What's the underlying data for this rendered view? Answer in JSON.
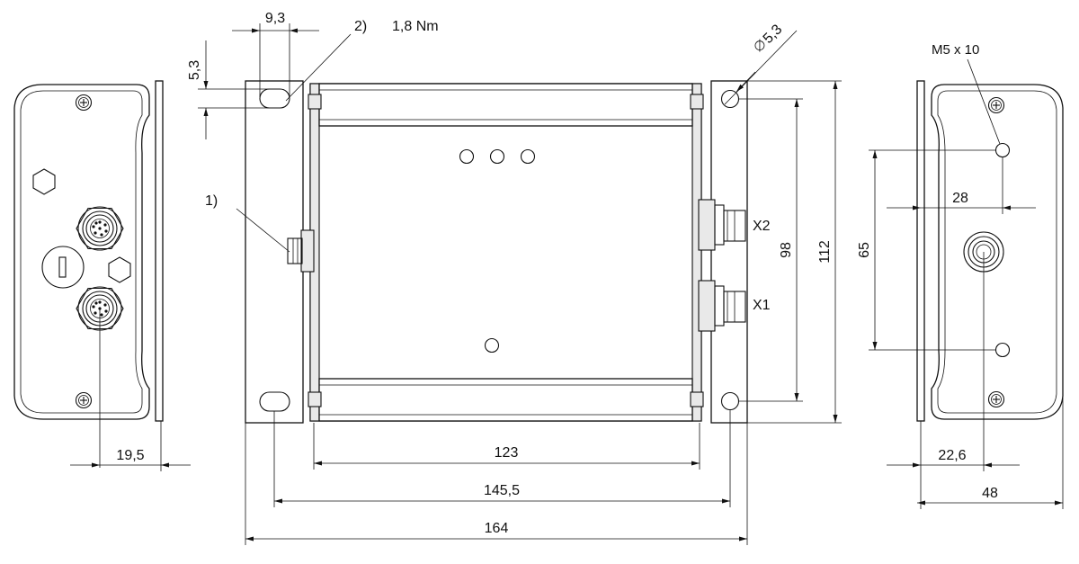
{
  "labels": {
    "note_1": "1)",
    "note_2": "2)",
    "torque": "1,8 Nm",
    "mount_screw": "M5 x 10",
    "connector_x1": "X1",
    "connector_x2": "X2"
  },
  "dimensions": {
    "slot_width": "9,3",
    "slot_height": "5,3",
    "hole_diameter": "5,3",
    "total_height": "112",
    "hole_spacing_vertical": "98",
    "rear_hole_spacing": "65",
    "rear_offset": "28",
    "body_length": "123",
    "hole_spacing_horizontal": "145,5",
    "total_length": "164",
    "left_offset": "19,5",
    "right_offset": "22,6",
    "right_width": "48"
  }
}
